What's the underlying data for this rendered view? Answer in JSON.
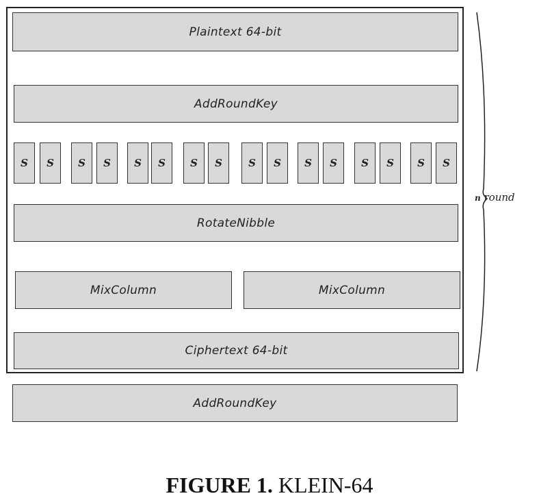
{
  "blocks": {
    "plaintext": "Plaintext 64-bit",
    "addroundkey_top": "AddRoundKey",
    "rotatenibble": "RotateNibble",
    "mixcolumn_left": "MixColumn",
    "mixcolumn_right": "MixColumn",
    "ciphertext": "Ciphertext 64-bit",
    "addroundkey_bottom": "AddRoundKey"
  },
  "sboxes": [
    "S",
    "S",
    "S",
    "S",
    "S",
    "S",
    "S",
    "S",
    "S",
    "S",
    "S",
    "S",
    "S",
    "S",
    "S",
    "S"
  ],
  "round_label": {
    "n": "n",
    "text": "round"
  },
  "caption": {
    "prefix": "FIGURE 1.",
    "title": "KLEIN-64"
  }
}
